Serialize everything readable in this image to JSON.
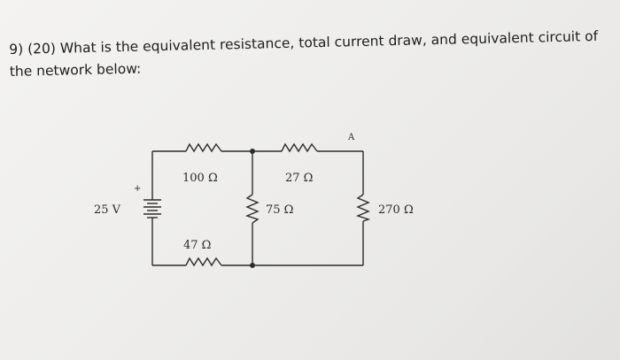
{
  "question": {
    "text": "9) (20) What is the equivalent resistance, total current draw, and equivalent circuit of the network below:"
  },
  "circuit": {
    "source": {
      "label": "25 V",
      "plus": "+"
    },
    "node_label": "A",
    "resistors": {
      "r_top_left": "100 Ω",
      "r_top_right": "27 Ω",
      "r_middle": "75 Ω",
      "r_right": "270 Ω",
      "r_bottom": "47 Ω"
    }
  }
}
